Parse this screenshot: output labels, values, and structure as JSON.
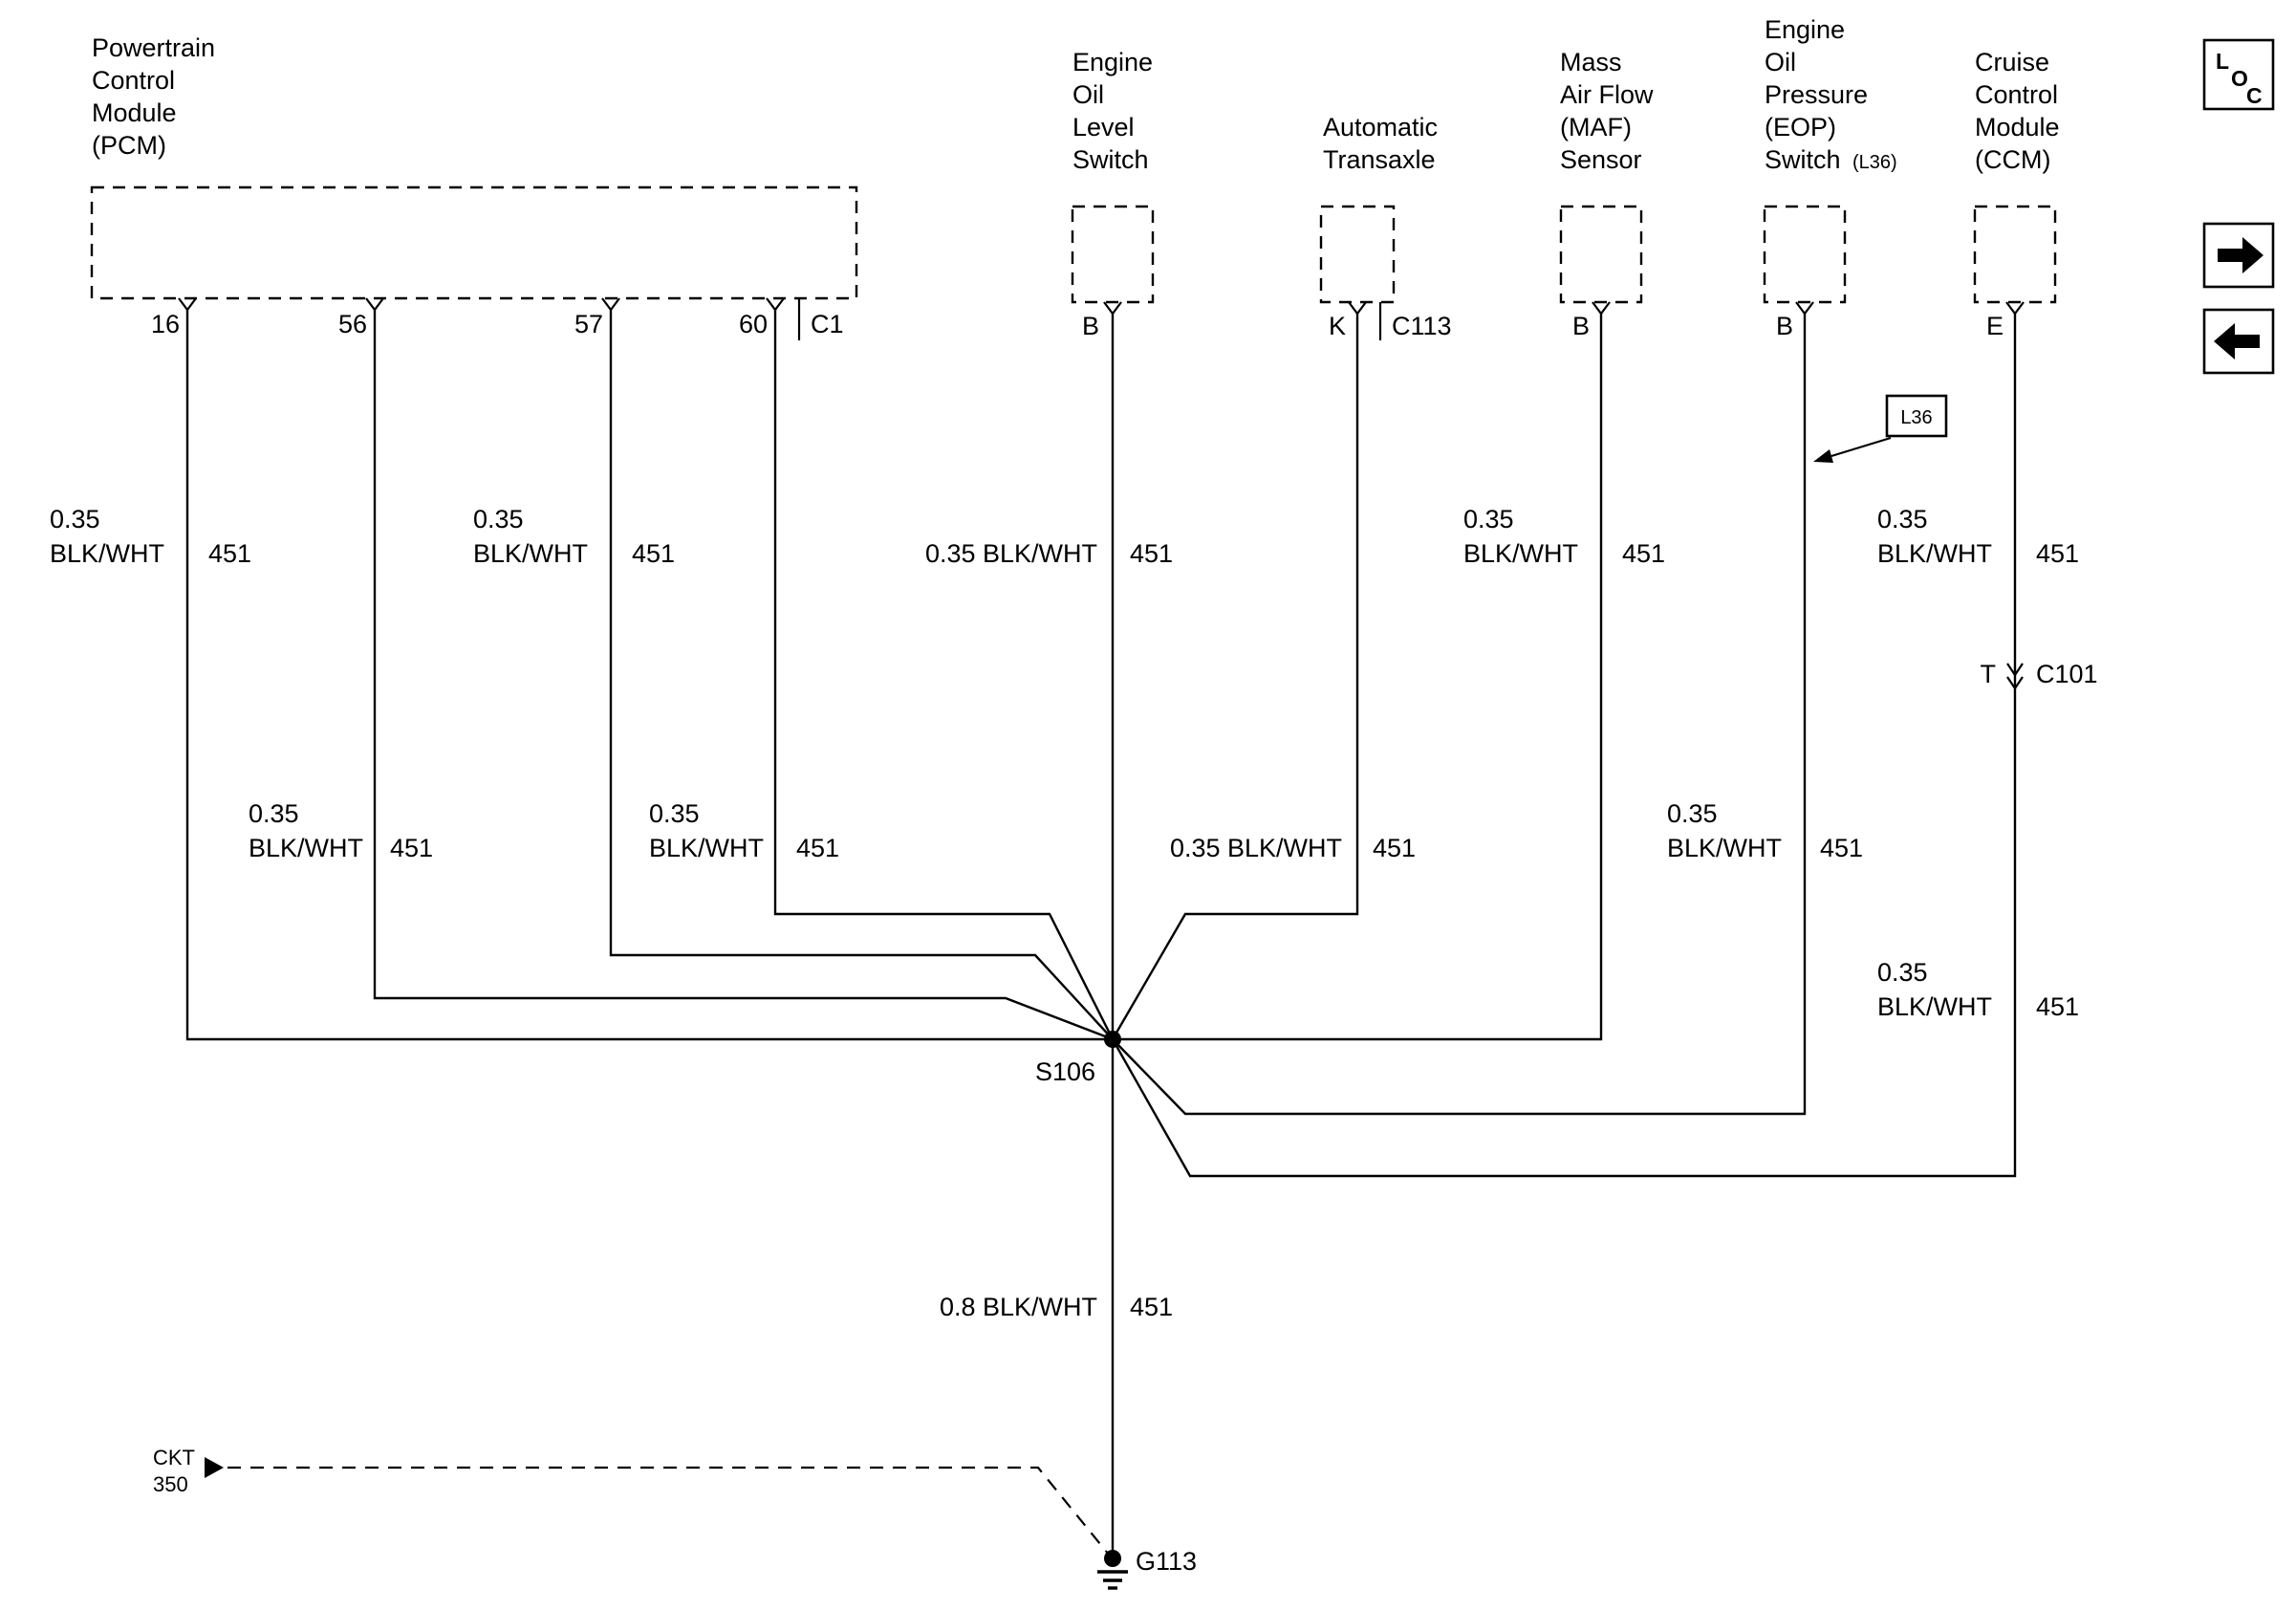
{
  "diagram": {
    "components": {
      "pcm": {
        "lines": [
          "Powertrain",
          "Control",
          "Module",
          "(PCM)"
        ],
        "pins": {
          "p16": "16",
          "p56": "56",
          "p57": "57",
          "p60": "60"
        },
        "connector": "C1"
      },
      "eols": {
        "lines": [
          "Engine",
          "Oil",
          "Level",
          "Switch"
        ],
        "pin": "B"
      },
      "trans": {
        "lines": [
          "Automatic",
          "Transaxle"
        ],
        "pin": "K",
        "connector": "C113"
      },
      "maf": {
        "lines": [
          "Mass",
          "Air Flow",
          "(MAF)",
          "Sensor"
        ],
        "pin": "B"
      },
      "eop": {
        "lines": [
          "Engine",
          "Oil",
          "Pressure",
          "(EOP)",
          "Switch"
        ],
        "rpo": "(L36)",
        "pin": "B"
      },
      "ccm": {
        "lines": [
          "Cruise",
          "Control",
          "Module",
          "(CCM)"
        ],
        "pin": "E"
      }
    },
    "wire_labels": {
      "pcm16": {
        "size": "0.35",
        "color": "BLK/WHT",
        "circuit": "451"
      },
      "pcm56": {
        "size": "0.35",
        "color": "BLK/WHT",
        "circuit": "451"
      },
      "pcm57": {
        "size": "0.35",
        "color": "BLK/WHT",
        "circuit": "451"
      },
      "pcm60": {
        "size": "0.35",
        "color": "BLK/WHT",
        "circuit": "451"
      },
      "eols": {
        "text": "0.35 BLK/WHT",
        "circuit": "451"
      },
      "trans": {
        "text": "0.35 BLK/WHT",
        "circuit": "451"
      },
      "maf": {
        "size": "0.35",
        "color": "BLK/WHT",
        "circuit": "451"
      },
      "eop": {
        "size": "0.35",
        "color": "BLK/WHT",
        "circuit": "451"
      },
      "ccm_upper": {
        "size": "0.35",
        "color": "BLK/WHT",
        "circuit": "451"
      },
      "ccm_lower": {
        "size": "0.35",
        "color": "BLK/WHT",
        "circuit": "451"
      },
      "ground": {
        "text": "0.8 BLK/WHT",
        "circuit": "451"
      }
    },
    "nodes": {
      "splice": "S106",
      "ground": "G113",
      "inline_pin": "T",
      "inline_connector": "C101",
      "callout": "L36",
      "ckt_line1": "CKT",
      "ckt_line2": "350"
    },
    "corner_icons": {
      "loc_l": "L",
      "loc_o": "O",
      "loc_c": "C"
    }
  },
  "colors": {
    "line": "#000000",
    "background": "#ffffff"
  }
}
